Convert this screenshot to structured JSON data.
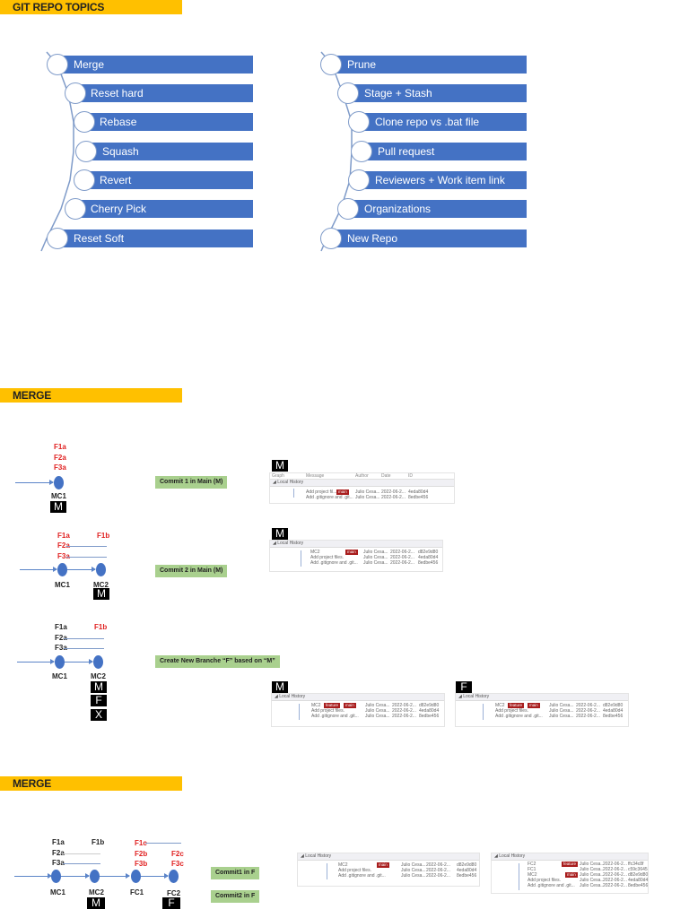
{
  "sections": {
    "topics_title": "GIT REPO TOPICS",
    "merge1_title": "MERGE",
    "merge2_title": "MERGE"
  },
  "topics": {
    "left": [
      "Merge",
      "Reset hard",
      "Rebase",
      "Squash",
      "Revert",
      "Cherry Pick",
      "Reset Soft"
    ],
    "right": [
      "Prune",
      "Stage + Stash",
      "Clone repo vs .bat file",
      "Pull request",
      "Reviewers + Work item link",
      "Organizations",
      "New Repo"
    ]
  },
  "merge1": {
    "step1": {
      "files": [
        "F1a",
        "F2a",
        "F3a"
      ],
      "node": "MC1",
      "tag": "M",
      "note": "Commit 1 in Main  (M)",
      "panel_tag": "M",
      "panel": {
        "columns": [
          "Graph",
          "Message",
          "Author",
          "Date",
          "ID"
        ],
        "group": "Local History",
        "rows": [
          {
            "message": "Add project fil...",
            "badges": [
              "main"
            ],
            "author": "Julio Cesa...",
            "date": "2022-06-2...",
            "id": "4eda80d4"
          },
          {
            "message": "Add .gitignore and .git...",
            "badges": [],
            "author": "Julio Cesa...",
            "date": "2022-06-2...",
            "id": "8edbe456"
          }
        ]
      }
    },
    "step2": {
      "files": [
        "F1a",
        "F2a",
        "F3a"
      ],
      "new_file": "F1b",
      "nodes": [
        "MC1",
        "MC2"
      ],
      "tag": "M",
      "note": "Commit 2 in Main (M)",
      "panel_tag": "M",
      "panel": {
        "group": "Local History",
        "rows": [
          {
            "message": "MC2",
            "badges": [
              "main"
            ],
            "author": "Julio Cesa...",
            "date": "2022-06-2...",
            "id": "d82e9d80"
          },
          {
            "message": "Add project files.",
            "badges": [],
            "author": "Julio Cesa...",
            "date": "2022-06-2...",
            "id": "4eda80d4"
          },
          {
            "message": "Add .gitignore and .git...",
            "badges": [],
            "author": "Julio Cesa...",
            "date": "2022-06-2...",
            "id": "8edbe456"
          }
        ]
      }
    },
    "step3": {
      "files": [
        "F1a",
        "F2a",
        "F3a"
      ],
      "new_file": "F1b",
      "nodes": [
        "MC1",
        "MC2"
      ],
      "tags": [
        "M",
        "F",
        "X"
      ],
      "note": "Create New Branche “F” based on “M”",
      "panel_m_tag": "M",
      "panel_f_tag": "F",
      "panel": {
        "group": "Local History",
        "rows": [
          {
            "message": "MC2",
            "badges": [
              "feature",
              "main"
            ],
            "author": "Julio Cesa...",
            "date": "2022-06-2...",
            "id": "d82e9d80"
          },
          {
            "message": "Add project files.",
            "badges": [],
            "author": "Julio Cesa...",
            "date": "2022-06-2...",
            "id": "4eda80d4"
          },
          {
            "message": "Add .gitignore and .git...",
            "badges": [],
            "author": "Julio Cesa...",
            "date": "2022-06-2...",
            "id": "8edbe456"
          }
        ]
      }
    }
  },
  "merge2": {
    "files_mc1": [
      "F1a",
      "F2a",
      "F3a"
    ],
    "file_mc2": "F1b",
    "files_fc1": [
      "F1c",
      "F2b",
      "F3b"
    ],
    "files_fc2": [
      "F2c",
      "F3c"
    ],
    "nodes": [
      "MC1",
      "MC2",
      "FC1",
      "FC2"
    ],
    "tag_m": "M",
    "tag_f": "F",
    "notes": [
      "Commit1 in F",
      "Commit2 in F"
    ],
    "panel_main": {
      "group": "Local History",
      "rows": [
        {
          "message": "MC2",
          "badges": [
            "main"
          ],
          "author": "Julio Cesa...",
          "date": "2022-06-2...",
          "id": "d82e9d80"
        },
        {
          "message": "Add project files.",
          "badges": [],
          "author": "Julio Cesa...",
          "date": "2022-06-2...",
          "id": "4eda80d4"
        },
        {
          "message": "Add .gitignore and .git...",
          "badges": [],
          "author": "Julio Cesa...",
          "date": "2022-06-2...",
          "id": "8edbe456"
        }
      ]
    },
    "panel_feature": {
      "group": "Local History",
      "rows": [
        {
          "message": "FC2",
          "badges": [
            "feature"
          ],
          "author": "Julio Cesa...",
          "date": "2022-06-2...",
          "id": "ffc34c8f"
        },
        {
          "message": "FC1",
          "badges": [],
          "author": "Julio Cesa...",
          "date": "2022-06-2...",
          "id": "c59c3645"
        },
        {
          "message": "MC2",
          "badges": [
            "main"
          ],
          "author": "Julio Cesa...",
          "date": "2022-06-2...",
          "id": "d82e9d80"
        },
        {
          "message": "Add project files.",
          "badges": [],
          "author": "Julio Cesa...",
          "date": "2022-06-2...",
          "id": "4eda80d4"
        },
        {
          "message": "Add .gitignore and .git...",
          "badges": [],
          "author": "Julio Cesa...",
          "date": "2022-06-2...",
          "id": "8edbe456"
        }
      ]
    }
  },
  "colors": {
    "section_header": "#ffc000",
    "topic_bar": "#4472c4",
    "note_box": "#a9d08e",
    "new_file_red": "#e02020",
    "badge": "#a81d1d"
  }
}
